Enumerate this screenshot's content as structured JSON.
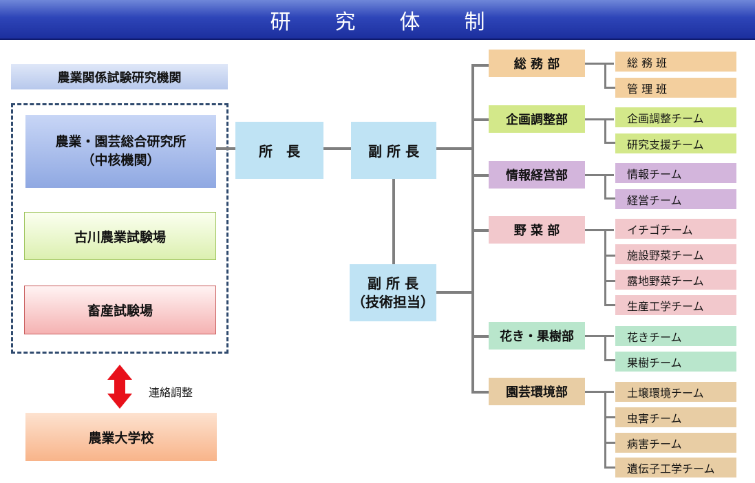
{
  "title": "研究体制",
  "left": {
    "header": "農業関係試験研究機関",
    "central_line1": "農業・園芸総合研究所",
    "central_line2": "（中核機関）",
    "furukawa": "古川農業試験場",
    "chikusan": "畜産試験場",
    "liaison": "連絡調整",
    "college": "農業大学校"
  },
  "mgmt": {
    "director": "所　長",
    "vice1": "副 所 長",
    "vice2_line1": "副 所 長",
    "vice2_line2": "（技術担当）"
  },
  "departments": [
    {
      "name": "総 務 部",
      "teams": [
        "総 務 班",
        "管 理 班"
      ]
    },
    {
      "name": "企画調整部",
      "teams": [
        "企画調整チーム",
        "研究支援チーム"
      ]
    },
    {
      "name": "情報経営部",
      "teams": [
        "情報チーム",
        "経営チーム"
      ]
    },
    {
      "name": "野 菜 部",
      "teams": [
        "イチゴチーム",
        "施設野菜チーム",
        "露地野菜チーム",
        "生産工学チーム"
      ]
    },
    {
      "name": "花き・果樹部",
      "teams": [
        "花きチーム",
        "果樹チーム"
      ]
    },
    {
      "name": "園芸環境部",
      "teams": [
        "土壌環境チーム",
        "虫害チーム",
        "病害チーム",
        "遺伝子工学チーム"
      ]
    }
  ],
  "colors": {
    "header_blue": "#1c2f9e",
    "mgmt_box": "#bfe3f4",
    "soumu": "#f3cf9e",
    "kikaku": "#d3e88a",
    "jouhou": "#d3b5dc",
    "yasai": "#f2c8cc",
    "kaki": "#b9e6cc",
    "engei": "#e8cda4",
    "arrow_red": "#e8101a"
  },
  "icons": {
    "liaison_arrow": "double-headed-vertical-arrow"
  }
}
